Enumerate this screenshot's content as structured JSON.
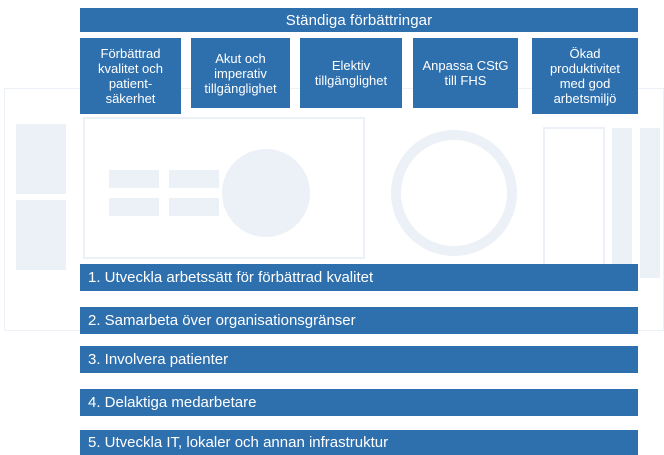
{
  "top_banner": {
    "label": "Ständiga förbättringar"
  },
  "pillars": [
    {
      "label": "Förbättrad kvalitet och patient-säkerhet"
    },
    {
      "label": "Akut och imperativ tillgänglighet"
    },
    {
      "label": "Elektiv tillgänglighet"
    },
    {
      "label": "Anpassa CStG till FHS"
    },
    {
      "label": "Ökad produktivitet med god arbetsmiljö"
    }
  ],
  "bars": [
    {
      "label": "1. Utveckla arbetssätt för förbättrad kvalitet"
    },
    {
      "label": "2. Samarbeta över organisationsgränser"
    },
    {
      "label": "3. Involvera patienter"
    },
    {
      "label": "4. Delaktiga medarbetare"
    },
    {
      "label": "5. Utveckla IT, lokaler  och annan infrastruktur"
    }
  ],
  "colors": {
    "accent": "#2e6fae",
    "text_on_accent": "#ffffff"
  }
}
